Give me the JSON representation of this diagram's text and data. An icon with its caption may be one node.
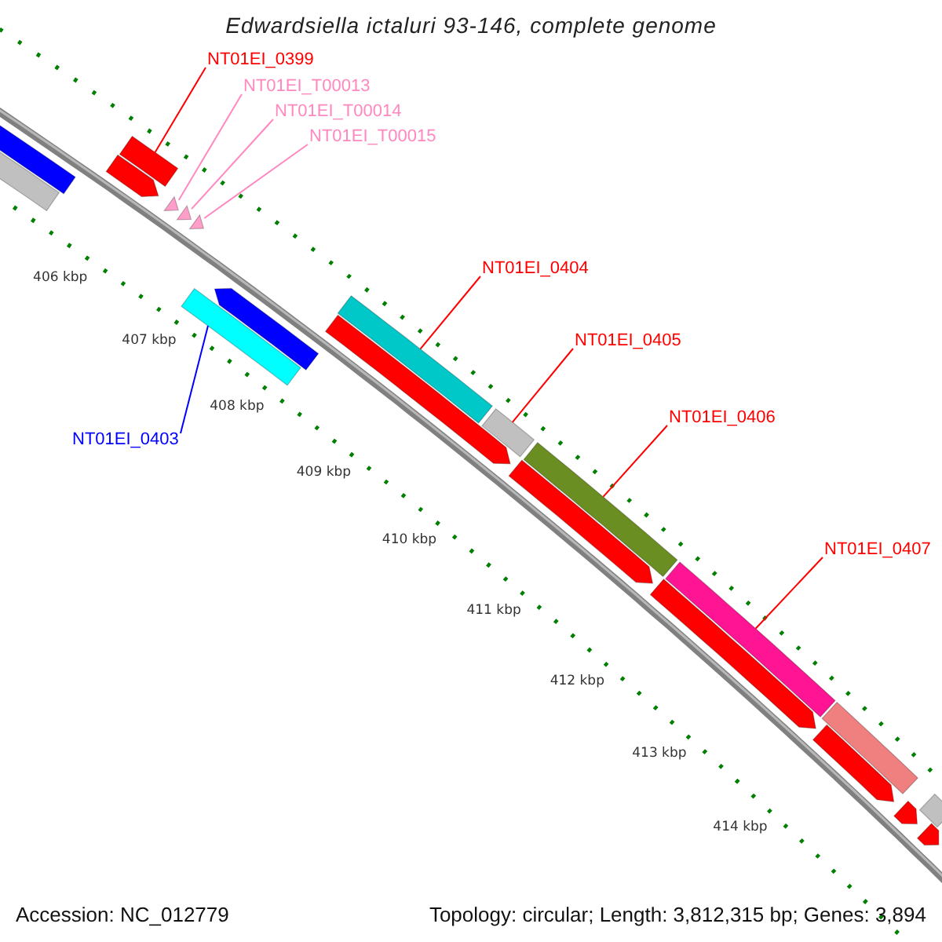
{
  "diagram": {
    "title": "Edwardsiella ictaluri 93-146, complete genome",
    "nodes": [
      {
        "text": [
          "NT01EI_0399"
        ]
      },
      {
        "text": [
          "NT01EI_T00013"
        ]
      },
      {
        "text": [
          "NT01EI_T00014"
        ]
      },
      {
        "text": [
          "NT01EI_T00015"
        ]
      },
      {
        "text": [
          "NT01EI_0404"
        ]
      },
      {
        "text": [
          "NT01EI_0405"
        ]
      },
      {
        "text": [
          "NT01EI_0406"
        ]
      },
      {
        "text": [
          "NT01EI_0407"
        ]
      },
      {
        "text": [
          "NT01EI_0403"
        ]
      },
      {
        "text": [],
        "shape": "bar"
      },
      {
        "text": [],
        "shape": "bar"
      },
      {
        "text": [],
        "shape": "bar"
      },
      {
        "text": [],
        "shape": "bar"
      },
      {
        "text": [],
        "shape": "triangle"
      },
      {
        "text": [],
        "shape": "triangle"
      },
      {
        "text": [],
        "shape": "triangle"
      },
      {
        "text": [],
        "shape": "bar"
      },
      {
        "text": [],
        "shape": "bar"
      },
      {
        "text": [],
        "shape": "bar"
      },
      {
        "text": [],
        "shape": "bar"
      },
      {
        "text": [],
        "shape": "bar"
      },
      {
        "text": [],
        "shape": "bar"
      },
      {
        "text": [],
        "shape": "bar"
      },
      {
        "text": [],
        "shape": "bar"
      },
      {
        "text": [],
        "shape": "bar"
      },
      {
        "text": [],
        "shape": "bar"
      },
      {
        "text": [],
        "shape": "bar"
      },
      {
        "text": [],
        "shape": "bar"
      },
      {
        "text": [],
        "shape": "bar"
      },
      {
        "text": [],
        "shape": "bar"
      }
    ],
    "edges": [
      {
        "from": 0,
        "to": 11,
        "arrow": "none"
      },
      {
        "from": 1,
        "to": 13,
        "arrow": "none",
        "color": "#ff88c0"
      },
      {
        "from": 2,
        "to": 14,
        "arrow": "none",
        "color": "#ff88c0"
      },
      {
        "from": 3,
        "to": 15,
        "arrow": "none",
        "color": "#ff88c0"
      },
      {
        "from": 4,
        "to": 18,
        "arrow": "none"
      },
      {
        "from": 5,
        "to": 20,
        "arrow": "none"
      },
      {
        "from": 6,
        "to": 22,
        "arrow": "none"
      },
      {
        "from": 7,
        "to": 24,
        "arrow": "none"
      },
      {
        "from": 8,
        "to": 16,
        "arrow": "none",
        "color": "#0000ff"
      }
    ],
    "labels": [
      "406 kbp",
      "407 kbp",
      "408 kbp",
      "409 kbp",
      "410 kbp",
      "411 kbp",
      "412 kbp",
      "413 kbp",
      "414 kbp",
      "Accession: NC_012779",
      "Topology: circular; Length: 3,812,315 bp; Genes: 3,894"
    ]
  }
}
